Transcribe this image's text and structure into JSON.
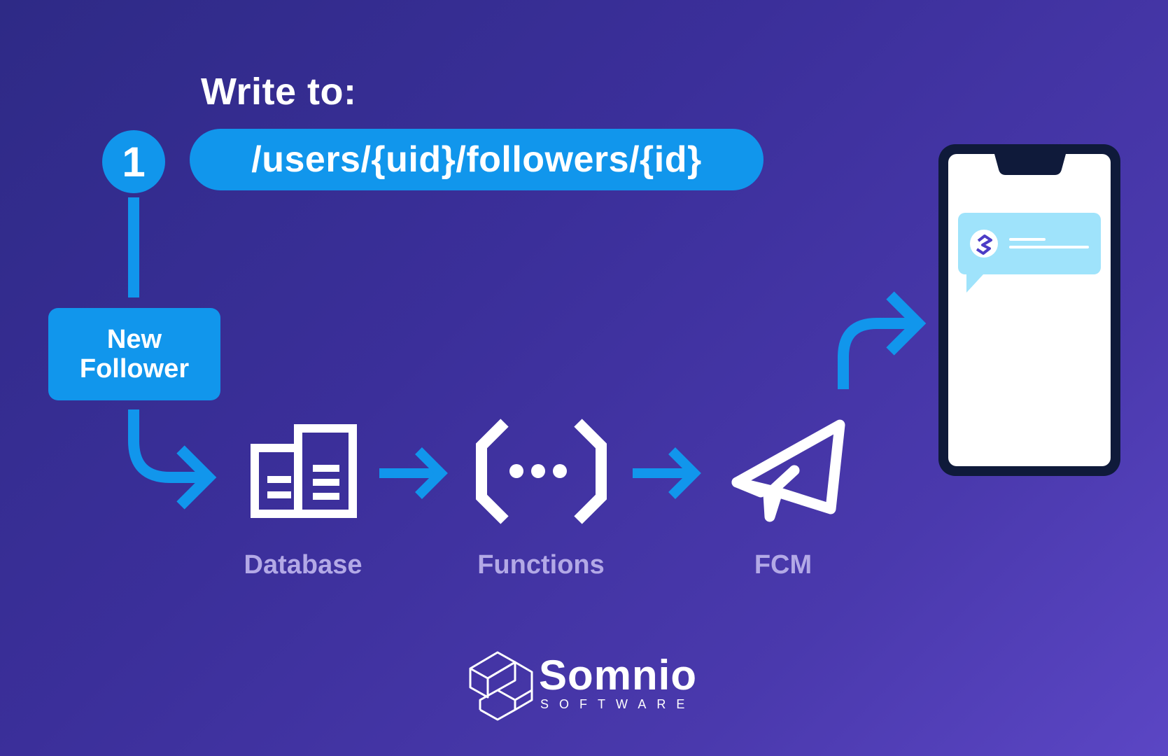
{
  "header": {
    "write_label": "Write to:",
    "path": "/users/{uid}/followers/{id}"
  },
  "step": {
    "number": "1",
    "event_line1": "New",
    "event_line2": "Follower"
  },
  "nodes": {
    "database_label": "Database",
    "functions_label": "Functions",
    "fcm_label": "FCM"
  },
  "brand": {
    "name": "Somnio",
    "tagline": "SOFTWARE"
  },
  "colors": {
    "accent_blue": "#1196ec",
    "label_lavender": "#b3a9e6",
    "phone_frame": "#0f1a3a",
    "notification_bubble": "#9fe3fb"
  },
  "icons": {
    "database": "database-icon",
    "functions": "cloud-functions-icon",
    "fcm": "paper-plane-icon",
    "phone": "smartphone-icon",
    "brand": "somnio-logo-icon"
  }
}
